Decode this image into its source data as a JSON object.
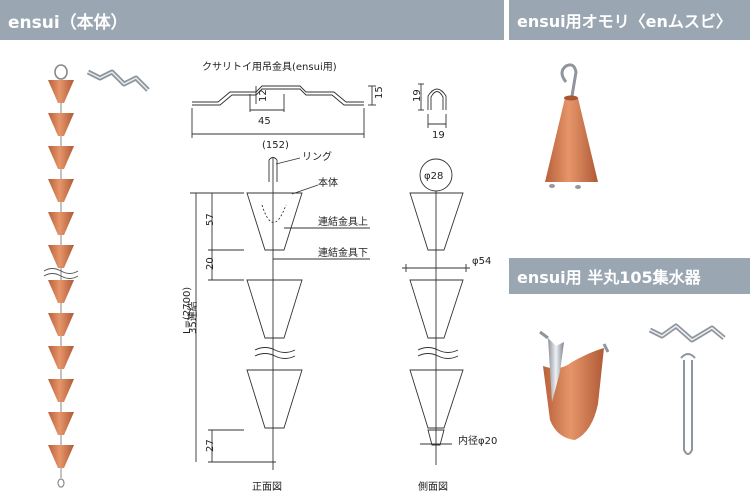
{
  "headers": {
    "main": "ensui（本体）",
    "weight": "ensui用オモリ〈enムスビ〉",
    "catch": "ensui用 半丸105集水器"
  },
  "drawing": {
    "bracket_title": "クサリトイ用吊金具(ensui用)",
    "dim_12": "12",
    "dim_15": "15",
    "dim_45": "45",
    "dim_152": "(152)",
    "dim_19a": "19",
    "dim_19b": "19",
    "ring": "リング",
    "body": "本体",
    "link_upper": "連結金具上",
    "link_lower": "連結金具下",
    "dim_57": "57",
    "dim_20": "20",
    "dim_27": "27",
    "length": "L=(2700)",
    "count": "35連結",
    "dia_28": "φ28",
    "dia_54": "φ54",
    "inner_dia": "内径φ20",
    "front_view": "正面図",
    "side_view": "側面図"
  },
  "colors": {
    "header_bg": "#9aa6b1",
    "copper": "#c9714a",
    "copper_light": "#e6956a",
    "line": "#333333"
  }
}
